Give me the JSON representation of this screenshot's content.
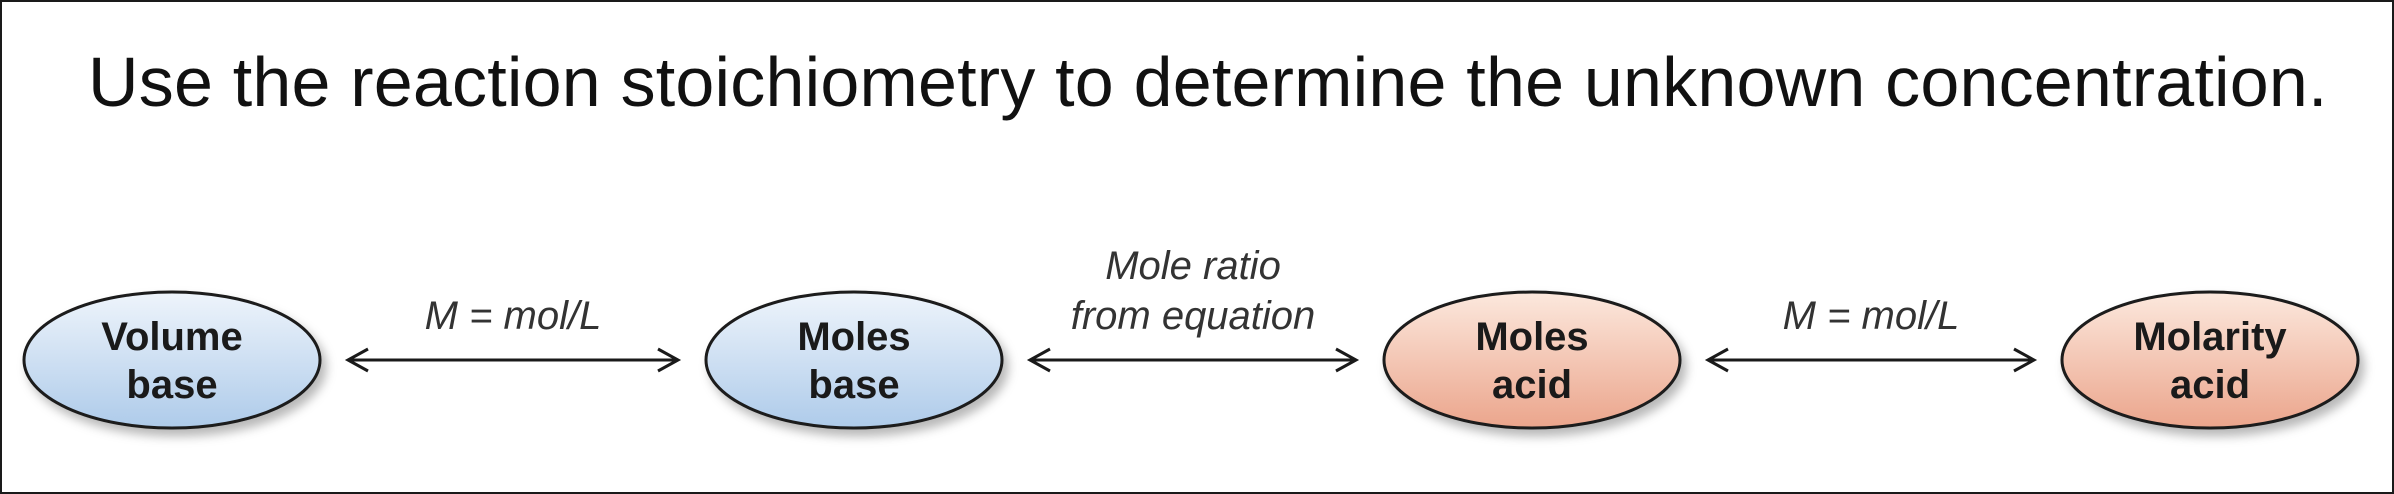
{
  "title": "Use the reaction stoichiometry to determine the unknown concentration.",
  "colors": {
    "base_fill_top": "#eef4fb",
    "base_fill_bottom": "#aecbea",
    "acid_fill_top": "#fce8dd",
    "acid_fill_bottom": "#eba58c",
    "outline": "#1a1a1a"
  },
  "nodes": [
    {
      "id": "volume-base",
      "lines": [
        "Volume",
        "base"
      ],
      "kind": "base"
    },
    {
      "id": "moles-base",
      "lines": [
        "Moles",
        "base"
      ],
      "kind": "base"
    },
    {
      "id": "moles-acid",
      "lines": [
        "Moles",
        "acid"
      ],
      "kind": "acid"
    },
    {
      "id": "molarity-acid",
      "lines": [
        "Molarity",
        "acid"
      ],
      "kind": "acid"
    }
  ],
  "edges": [
    {
      "from": "volume-base",
      "to": "moles-base",
      "direction": "both",
      "lines": [
        "M = mol/L"
      ]
    },
    {
      "from": "moles-base",
      "to": "moles-acid",
      "direction": "both",
      "lines": [
        "Mole ratio",
        "from equation"
      ]
    },
    {
      "from": "moles-acid",
      "to": "molarity-acid",
      "direction": "both",
      "lines": [
        "M = mol/L"
      ]
    }
  ]
}
